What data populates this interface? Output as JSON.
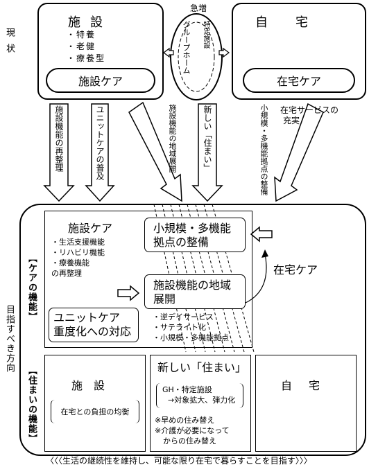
{
  "side": {
    "current": "現状",
    "future": "目指すべき方向",
    "care_function": "ケアの機能",
    "housing_function": "住まいの機能"
  },
  "top": {
    "facility": {
      "title": "施設",
      "items": [
        "・特養",
        "・老健",
        "・療養型"
      ],
      "care": "施設ケア"
    },
    "middle": {
      "surge": "急増",
      "group_home": "グループホーム",
      "specified": "特定施設"
    },
    "home": {
      "title": "自宅",
      "care": "在宅ケア"
    }
  },
  "arrows": {
    "reorg": "施設機能の再整理",
    "unit_care": "ユニットケアの普及",
    "regional": "施設機能の地域展開",
    "new_housing": "新しい「住まい」",
    "small_multi": "小規模・多機能拠点の整備",
    "home_service": [
      "在宅サービスの",
      "充実"
    ]
  },
  "care": {
    "facility_care": "施設ケア",
    "facility_items": [
      "・生活支援機能",
      "・リハビリ機能",
      "・療養機能",
      "の再整理"
    ],
    "small_multi": [
      "小規模・多機能",
      "拠点の整備"
    ],
    "regional": [
      "施設機能の地域",
      "展開"
    ],
    "regional_items": [
      "・逆デイサービス",
      "・サテライト化",
      "・小規模・多機能拠点"
    ],
    "unit_care": [
      "ユニットケア",
      "重度化への対応"
    ],
    "home_care": "在宅ケア"
  },
  "housing": {
    "facility": "施設",
    "facility_note": "在宅との負担の均衡",
    "new_title": "新しい「住まい」",
    "gh": [
      "GH・特定施設",
      "→対象拡大、弾力化"
    ],
    "notes": [
      "※早めの住み替え",
      "※介護が必要になって",
      "からの住み替え"
    ],
    "home": "自宅"
  },
  "bottom_banner": "生活の継続性を維持し、可能な限り在宅で暮らすことを目指す"
}
